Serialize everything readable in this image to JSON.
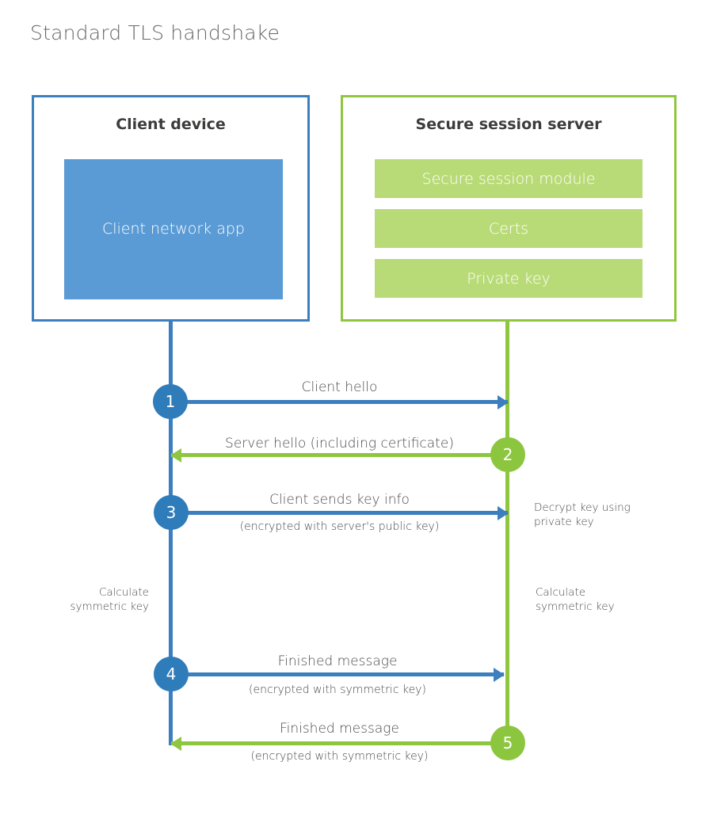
{
  "title": "Standard TLS handshake",
  "colors": {
    "client_border": "#3b7fbf",
    "client_fill": "#5b9bd5",
    "client_circle": "#2f7cbb",
    "server_border": "#8fc63f",
    "server_fill": "#b9db77",
    "server_circle": "#8cc63f",
    "title_text": "#676767",
    "body_text": "#4a4a4a",
    "heading_text": "#3c3c3b",
    "background": "#ffffff"
  },
  "client": {
    "title": "Client device",
    "app_label": "Client network app"
  },
  "server": {
    "title": "Secure session server",
    "blocks": [
      {
        "label": "Secure session module"
      },
      {
        "label": "Certs"
      },
      {
        "label": "Private key"
      }
    ]
  },
  "steps": [
    {
      "number": "1",
      "label": "Client hello",
      "sublabel": "",
      "direction": "client-to-server",
      "color": "blue"
    },
    {
      "number": "2",
      "label": "Server hello (including certificate)",
      "sublabel": "",
      "direction": "server-to-client",
      "color": "green"
    },
    {
      "number": "3",
      "label": "Client sends key info",
      "sublabel": "(encrypted with server's public key)",
      "direction": "client-to-server",
      "color": "blue"
    },
    {
      "number": "4",
      "label": "Finished message",
      "sublabel": "(encrypted with symmetric key)",
      "direction": "client-to-server",
      "color": "blue"
    },
    {
      "number": "5",
      "label": "Finished message",
      "sublabel": "(encrypted with symmetric key)",
      "direction": "server-to-client",
      "color": "green"
    }
  ],
  "notes": {
    "decrypt_key": "Decrypt key using\nprivate key",
    "decrypt_key_line1": "Decrypt key using",
    "decrypt_key_line2": "private key",
    "calculate_client_line1": "Calculate",
    "calculate_client_line2": "symmetric key",
    "calculate_server_line1": "Calculate",
    "calculate_server_line2": "symmetric key"
  }
}
